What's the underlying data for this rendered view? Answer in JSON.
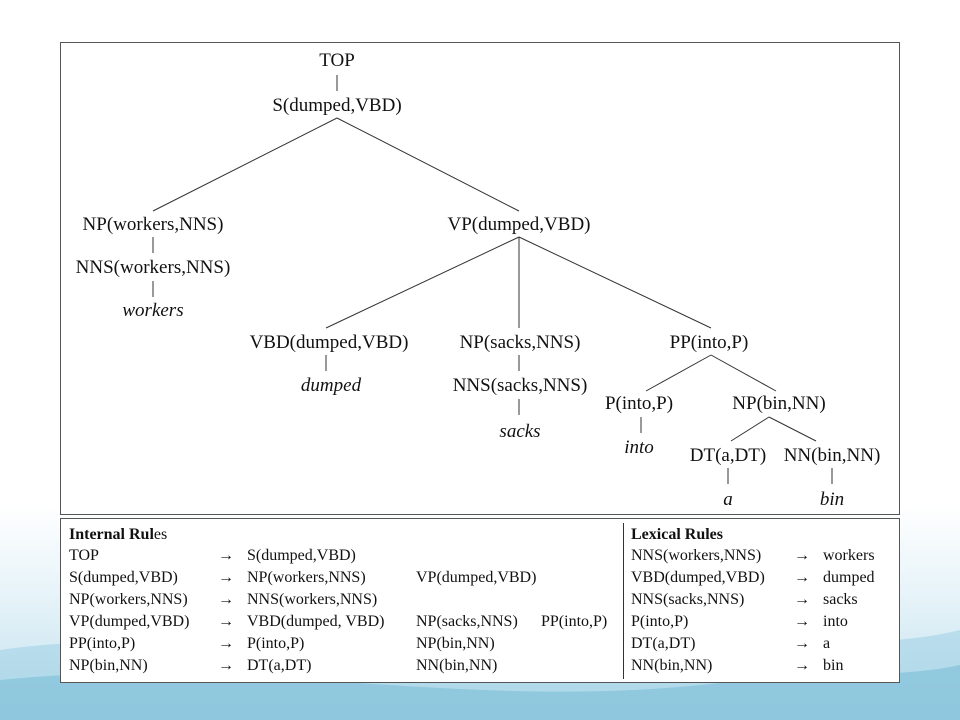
{
  "tree": {
    "nodes": {
      "top": "TOP",
      "s": "S(dumped,VBD)",
      "np_workers": "NP(workers,NNS)",
      "vp": "VP(dumped,VBD)",
      "nns_workers": "NNS(workers,NNS)",
      "w_workers": "workers",
      "vbd": "VBD(dumped,VBD)",
      "np_sacks": "NP(sacks,NNS)",
      "pp": "PP(into,P)",
      "w_dumped": "dumped",
      "nns_sacks": "NNS(sacks,NNS)",
      "w_sacks": "sacks",
      "p": "P(into,P)",
      "np_bin": "NP(bin,NN)",
      "w_into": "into",
      "dt": "DT(a,DT)",
      "nn": "NN(bin,NN)",
      "w_a": "a",
      "w_bin": "bin"
    }
  },
  "internal_rules": {
    "header_bold": "Internal Rul",
    "header_rest": "es",
    "arrow": "→",
    "rows": [
      {
        "lhs": "TOP",
        "rhs1": "S(dumped,VBD)",
        "rhs2": "",
        "rhs3": ""
      },
      {
        "lhs": "S(dumped,VBD)",
        "rhs1": "NP(workers,NNS)",
        "rhs2": "VP(dumped,VBD)",
        "rhs3": ""
      },
      {
        "lhs": "NP(workers,NNS)",
        "rhs1": "NNS(workers,NNS)",
        "rhs2": "",
        "rhs3": ""
      },
      {
        "lhs": "VP(dumped,VBD)",
        "rhs1": "VBD(dumped, VBD)",
        "rhs2": "NP(sacks,NNS)",
        "rhs3": "PP(into,P)"
      },
      {
        "lhs": "PP(into,P)",
        "rhs1": "P(into,P)",
        "rhs2": "NP(bin,NN)",
        "rhs3": ""
      },
      {
        "lhs": "NP(bin,NN)",
        "rhs1": "DT(a,DT)",
        "rhs2": "NN(bin,NN)",
        "rhs3": ""
      }
    ]
  },
  "lexical_rules": {
    "header": "Lexical Rules",
    "arrow": "→",
    "rows": [
      {
        "lhs": "NNS(workers,NNS)",
        "rhs": "workers"
      },
      {
        "lhs": "VBD(dumped,VBD)",
        "rhs": "dumped"
      },
      {
        "lhs": "NNS(sacks,NNS)",
        "rhs": "sacks"
      },
      {
        "lhs": "P(into,P)",
        "rhs": "into"
      },
      {
        "lhs": "DT(a,DT)",
        "rhs": "a"
      },
      {
        "lhs": "NN(bin,NN)",
        "rhs": "bin"
      }
    ]
  }
}
